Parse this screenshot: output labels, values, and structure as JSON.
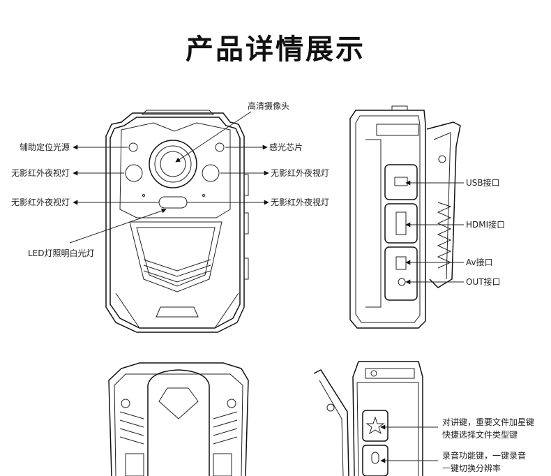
{
  "header": {
    "title": "产品详情展示"
  },
  "front_view": {
    "labels": {
      "camera": "高清摄像头",
      "positioning_light": "辅助定位光源",
      "sensor": "感光芯片",
      "ir_upper_left": "无影红外夜视灯",
      "ir_upper_right": "无影红外夜视灯",
      "ir_lower_left": "无影红外夜视灯",
      "ir_lower_right": "无影红外夜视灯",
      "led": "LED灯照明白光灯"
    }
  },
  "side_view": {
    "labels": {
      "usb": "USB接口",
      "hdmi": "HDMI接口",
      "av": "Av接口",
      "out": "OUT接口"
    }
  },
  "bottom_side_view": {
    "labels": {
      "star_key_line1": "对讲键，重要文件加星键",
      "star_key_line2": "快捷选择文件类型键",
      "record_key_line1": "录音功能键，一键录音",
      "record_key_line2": "一键切换分辨率"
    }
  }
}
